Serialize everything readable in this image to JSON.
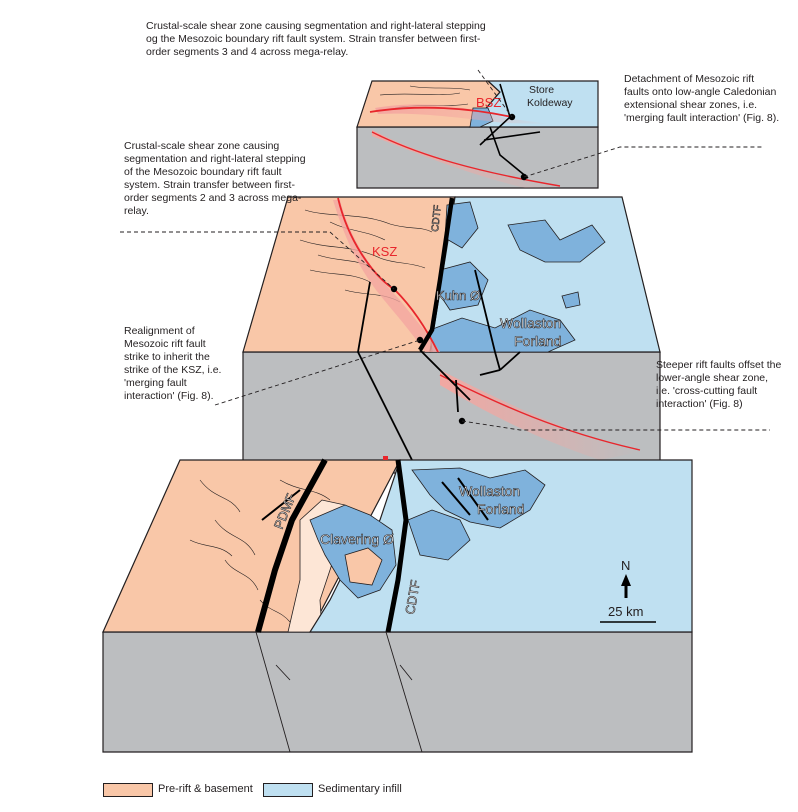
{
  "annotations": {
    "bsz_note": "Crustal-scale shear zone causing segmentation and right-lateral stepping og the Mesozoic boundary rift fault system. Strain transfer between first-order segments 3 and 4 across mega-relay.",
    "detachment_note": "Detachment of Mesozoic rift faults onto low-angle Caledonian extensional shear zones, i.e. 'merging fault interaction' (Fig. 8).",
    "ksz_note": "Crustal-scale shear zone causing segmentation and right-lateral stepping of the Mesozoic boundary rift fault system. Strain transfer between first-order segments 2 and 3 across mega-relay.",
    "realignment_note": "Realignment of Mesozoic rift fault strike to inherit the strike of the KSZ, i.e. 'merging fault interaction' (Fig. 8).",
    "steeper_note": "Steeper rift faults offset the lower-angle shear zone, i.e. 'cross-cutting fault interaction' (Fig. 8)"
  },
  "labels": {
    "bsz": "BSZ",
    "store_koldeway": "Store Koldeway",
    "cdtf_mid": "CDTF",
    "ksz": "KSZ",
    "kuhn": "Kuhn Ø",
    "wollaston_mid": "Wollaston Forland",
    "pdmf": "PDMF",
    "clavering": "Clavering Ø",
    "wollaston_bottom": "Wollaston Forland",
    "cdtf_bottom": "CDTF"
  },
  "north_arrow": {
    "label": "N"
  },
  "scale_bar": {
    "label": "25 km"
  },
  "legend": [
    {
      "label": "Pre-rift & basement",
      "color": "#f9c7a8"
    },
    {
      "label": "Sedimentary infill",
      "color": "#bfe0f1"
    }
  ],
  "colors": {
    "prerift": "#f9c7a8",
    "prerift_light": "#fde6d6",
    "sediment": "#bfe0f1",
    "sediment_dark": "#7fb2dc",
    "crust": "#bcbec0",
    "shear_zone": "#e8262c",
    "fault": "#000000"
  }
}
